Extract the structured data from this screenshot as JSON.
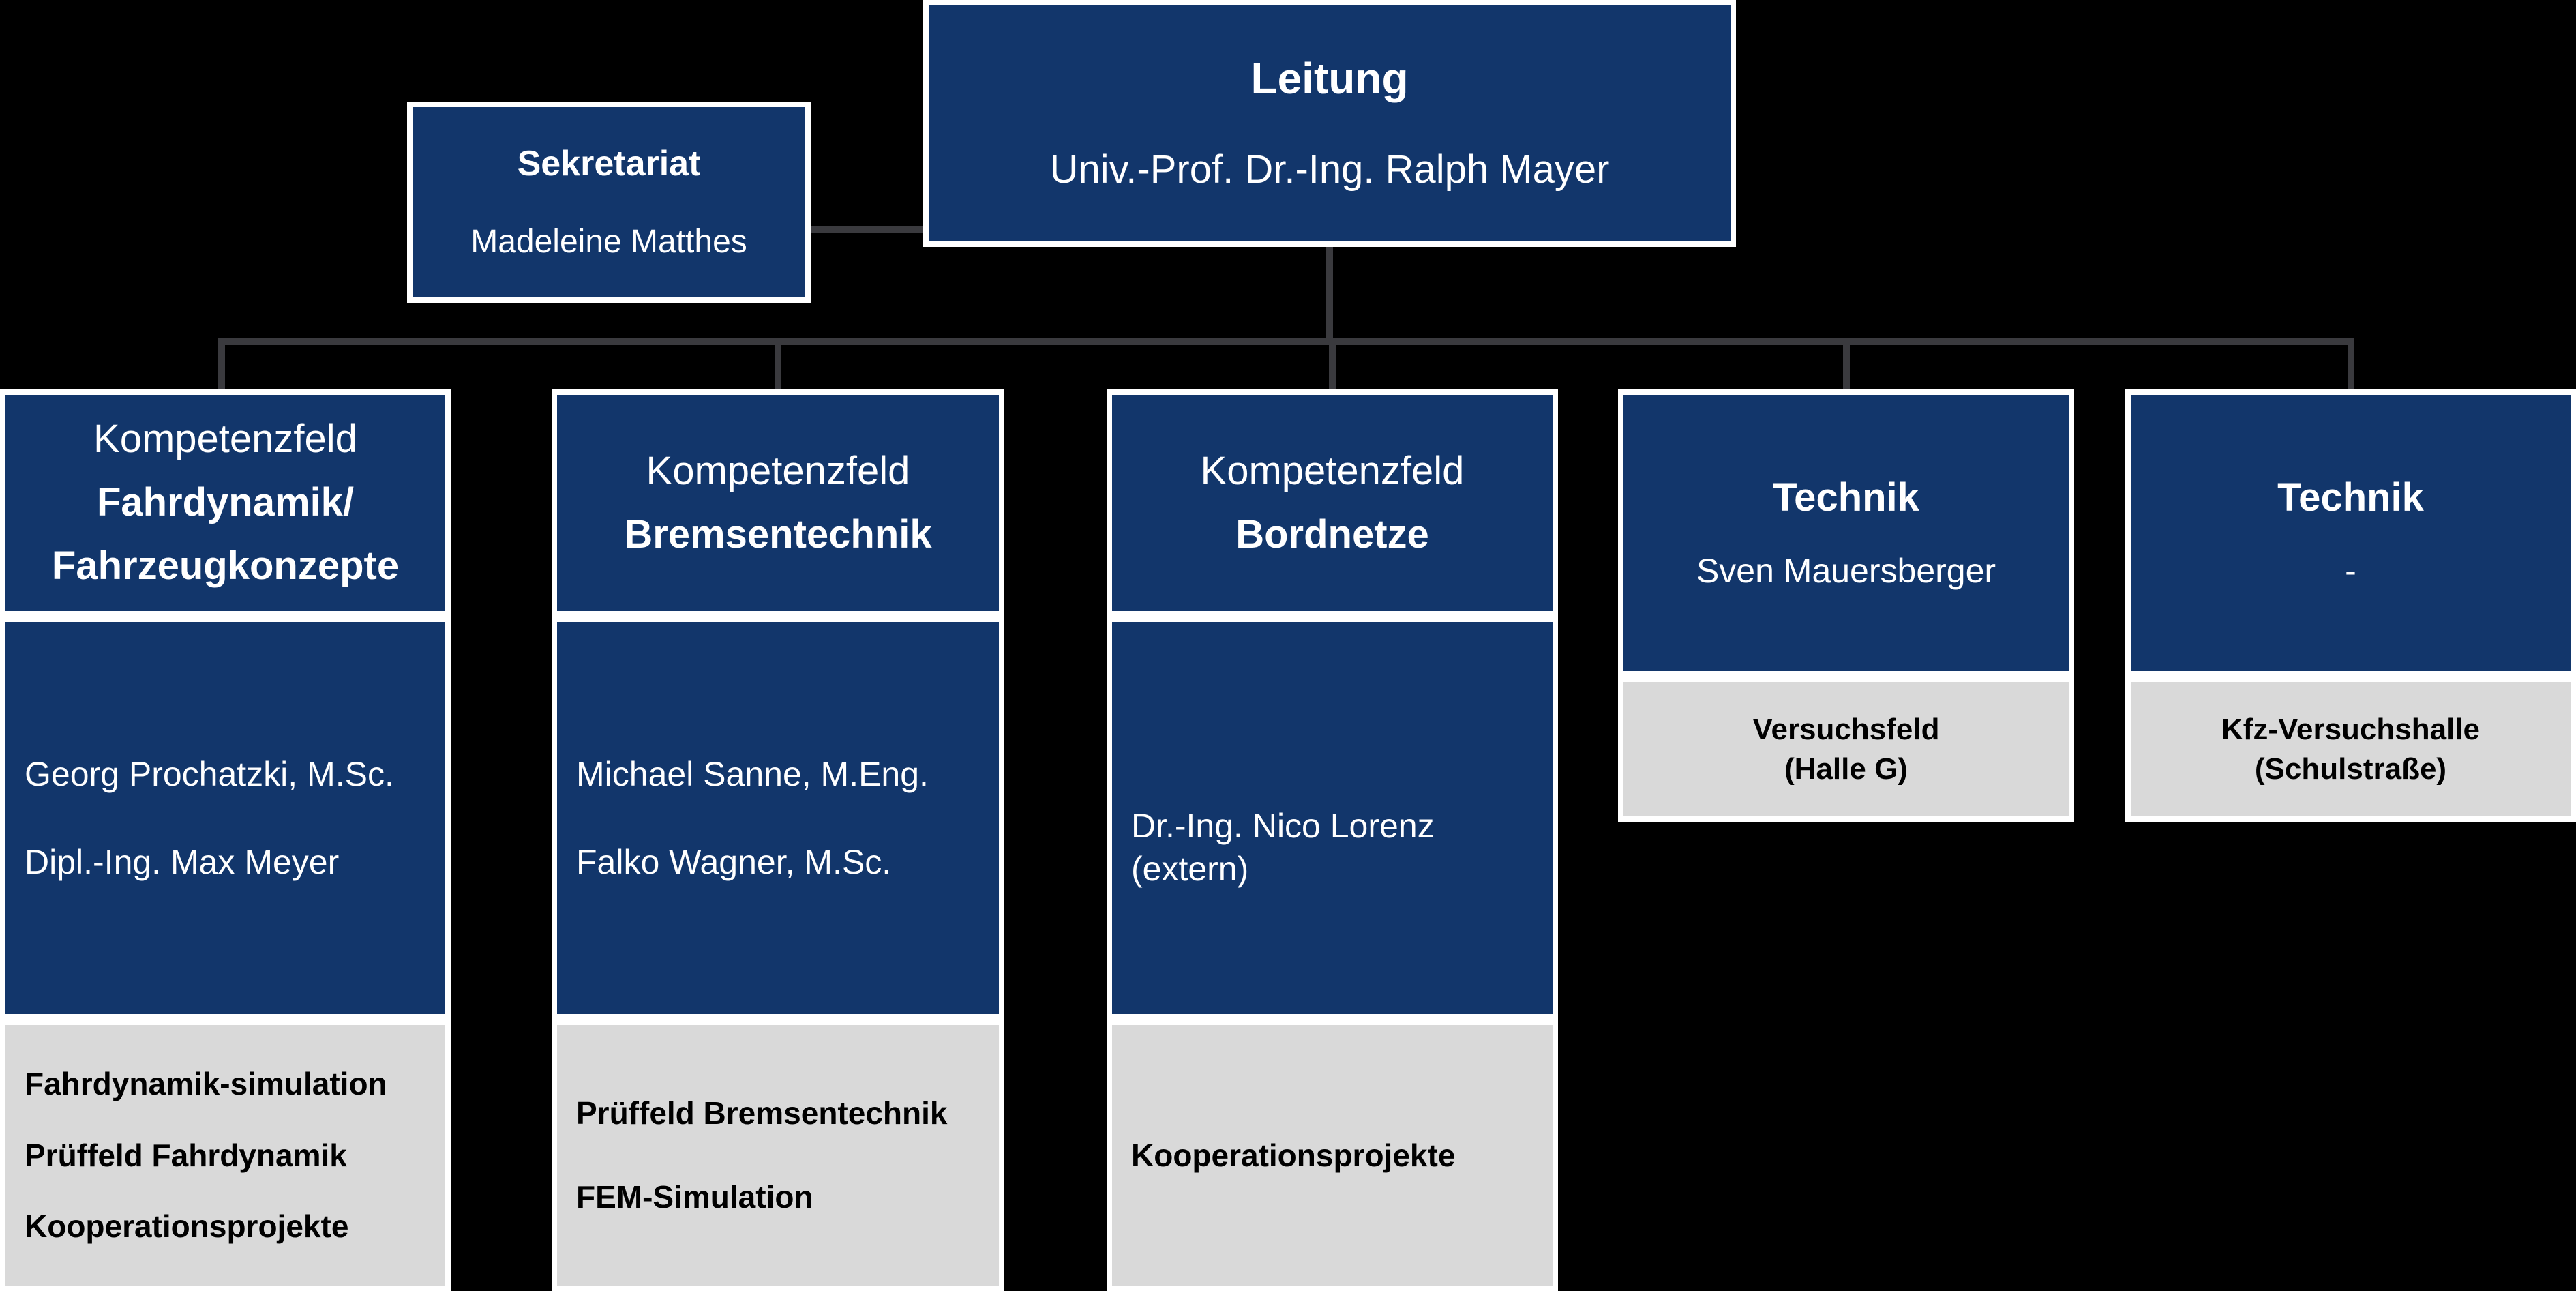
{
  "colors": {
    "bg": "#000000",
    "blue": "#12366b",
    "gray": "#d9d9d9",
    "border": "#ffffff",
    "connector": "#3a3a3e",
    "text-blue": "#ffffff",
    "text-gray": "#000000"
  },
  "leitung": {
    "title": "Leitung",
    "name": "Univ.-Prof. Dr.-Ing. Ralph Mayer"
  },
  "sekretariat": {
    "title": "Sekretariat",
    "name": "Madeleine Matthes"
  },
  "kompetenzfelder": [
    {
      "label": "Kompetenzfeld",
      "name_lines": [
        "Fahrdynamik/",
        "Fahrzeugkonzepte"
      ],
      "members": [
        "Georg Prochatzki, M.Sc.",
        "Dipl.-Ing. Max Meyer"
      ],
      "areas": [
        "Fahrdynamik-simulation",
        "Prüffeld Fahrdynamik",
        "Kooperationsprojekte"
      ]
    },
    {
      "label": "Kompetenzfeld",
      "name_lines": [
        "Bremsentechnik"
      ],
      "members": [
        "Michael Sanne, M.Eng.",
        "Falko Wagner, M.Sc."
      ],
      "areas": [
        "Prüffeld Bremsentechnik",
        "FEM-Simulation"
      ]
    },
    {
      "label": "Kompetenzfeld",
      "name_lines": [
        "Bordnetze"
      ],
      "members": [
        "Dr.-Ing. Nico Lorenz (extern)"
      ],
      "areas": [
        "Kooperationsprojekte"
      ]
    }
  ],
  "technik": [
    {
      "title": "Technik",
      "name": "Sven Mauersberger",
      "facility_lines": [
        "Versuchsfeld",
        "(Halle G)"
      ]
    },
    {
      "title": "Technik",
      "name": "-",
      "facility_lines": [
        "Kfz-Versuchshalle",
        "(Schulstraße)"
      ]
    }
  ]
}
